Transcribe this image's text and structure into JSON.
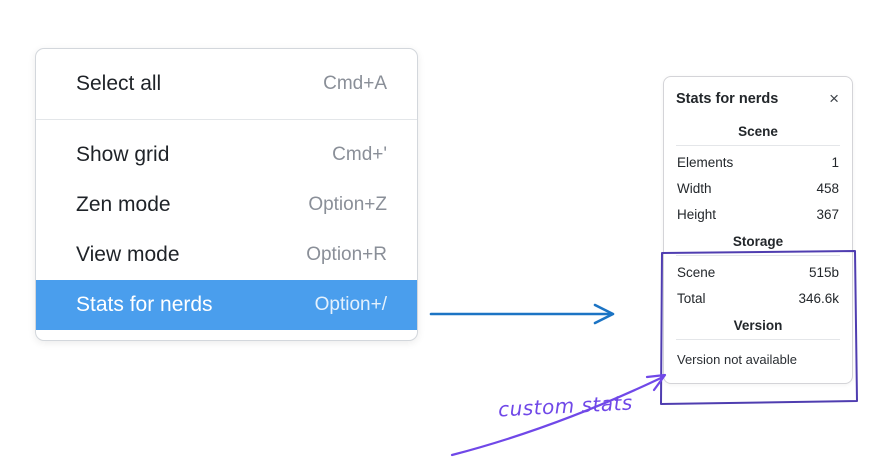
{
  "colors": {
    "menu-highlight": "#4a9eed",
    "menu-shortcut": "#8a8f98",
    "text-dark": "#1f2328",
    "panel-border": "#d4d4d8",
    "divider": "#e4e6e9",
    "arrow-blue": "#1c74c4",
    "annotation-purple": "#7048e8",
    "rect-purple": "#4f3db0"
  },
  "menu": {
    "items": [
      {
        "label": "Select all",
        "shortcut": "Cmd+A"
      },
      {
        "label": "Show grid",
        "shortcut": "Cmd+'"
      },
      {
        "label": "Zen mode",
        "shortcut": "Option+Z"
      },
      {
        "label": "View mode",
        "shortcut": "Option+R"
      },
      {
        "label": "Stats for nerds",
        "shortcut": "Option+/",
        "selected": true
      }
    ]
  },
  "stats_panel": {
    "title": "Stats for nerds",
    "close_icon": "×",
    "sections": [
      {
        "heading": "Scene",
        "rows": [
          {
            "label": "Elements",
            "value": "1"
          },
          {
            "label": "Width",
            "value": "458"
          },
          {
            "label": "Height",
            "value": "367"
          }
        ]
      },
      {
        "heading": "Storage",
        "rows": [
          {
            "label": "Scene",
            "value": "515b"
          },
          {
            "label": "Total",
            "value": "346.6k"
          }
        ]
      },
      {
        "heading": "Version",
        "rows": [],
        "note": "Version not available"
      }
    ]
  },
  "annotation": {
    "label": "custom stats"
  }
}
